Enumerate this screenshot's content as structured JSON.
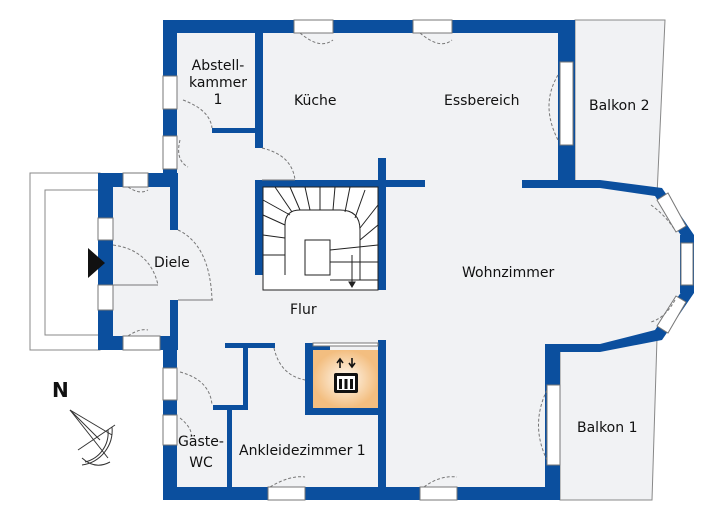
{
  "plan": {
    "rooms": {
      "abstellkammer": "Abstell-\nkammer\n1",
      "kueche": "Küche",
      "essbereich": "Essbereich",
      "balkon2": "Balkon 2",
      "diele": "Diele",
      "wohnzimmer": "Wohnzimmer",
      "flur": "Flur",
      "gaeste_wc": "Gäste-\nWC",
      "ankleidezimmer": "Ankleidezimmer 1",
      "balkon1": "Balkon 1"
    },
    "compass_label": "N",
    "colors": {
      "wall": "#0b4f9e",
      "floor": "#f1f2f4",
      "elevator": "#f6c98e"
    },
    "icons": [
      "entrance-arrow-icon",
      "elevator-icon",
      "compass-icon",
      "stairs-icon"
    ]
  }
}
